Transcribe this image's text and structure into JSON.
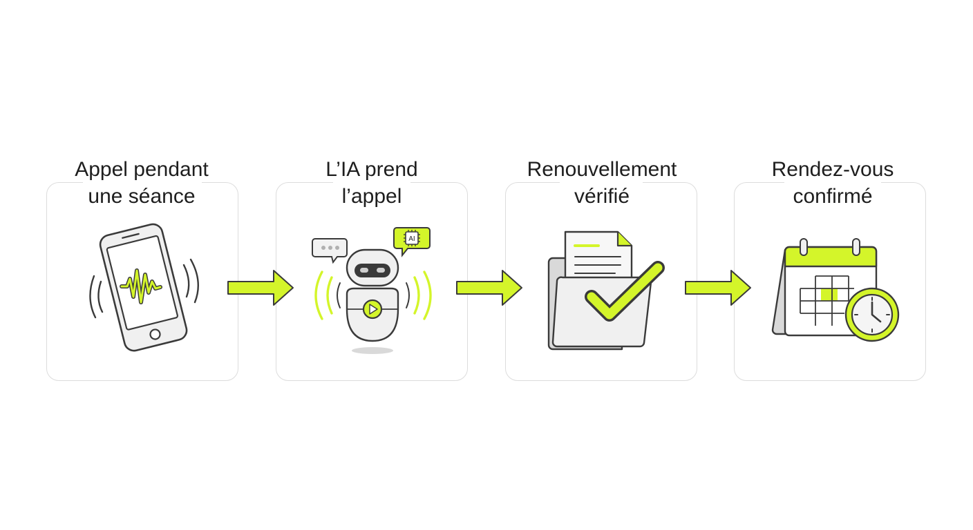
{
  "colors": {
    "accent": "#d4f52a",
    "stroke": "#3a3a3a",
    "card_border": "#dcdcdc",
    "fill_light": "#f0f0f0",
    "fill_mid": "#d9d9d9"
  },
  "steps": [
    {
      "title_line1": "Appel pendant",
      "title_line2": "une séance",
      "icon": "vibrating-phone-icon"
    },
    {
      "title_line1": "L’IA prend",
      "title_line2": "l’appel",
      "icon": "ai-robot-icon",
      "badge": "AI"
    },
    {
      "title_line1": "Renouvellement",
      "title_line2": "vérifié",
      "icon": "folder-check-icon"
    },
    {
      "title_line1": "Rendez-vous",
      "title_line2": "confirmé",
      "icon": "calendar-clock-icon"
    }
  ],
  "arrows": [
    "arrow-right-icon",
    "arrow-right-icon",
    "arrow-right-icon"
  ]
}
